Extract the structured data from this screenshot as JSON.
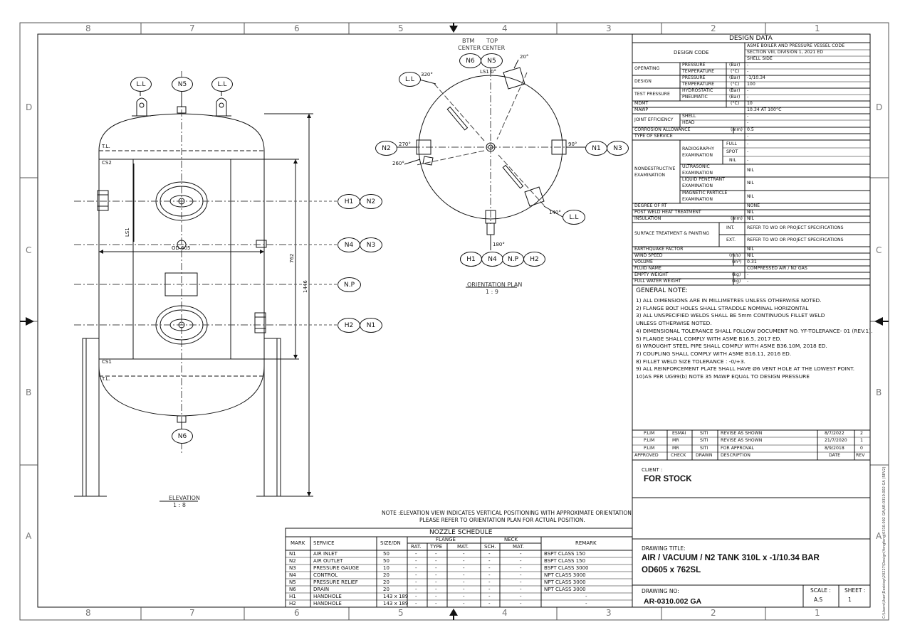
{
  "sheet": {
    "zones_top": [
      "8",
      "7",
      "6",
      "5",
      "4",
      "3",
      "2",
      "1"
    ],
    "zones_side": [
      "D",
      "C",
      "B",
      "A"
    ]
  },
  "elevation": {
    "title": "ELEVATION",
    "scale": "1 : 8",
    "tags": {
      "tl_top": "T.L.",
      "tl_bottom": "T.L.",
      "cs2": "CS2",
      "cs1": "CS1",
      "ls1": "LS1",
      "od": "OD 605",
      "dim_762": "762",
      "dim_1446": "1446"
    },
    "top_bubbles": [
      "L.L",
      "N5",
      "L.L"
    ],
    "bottom_bubble": "N6",
    "side_bubbles": [
      [
        "H1",
        "N2"
      ],
      [
        "N4",
        "N3"
      ],
      [
        "N.P"
      ],
      [
        "H2",
        "N1"
      ]
    ]
  },
  "orientation": {
    "title": "ORIENTATION PLAN",
    "scale": "1 : 9",
    "top_labels": [
      "BTM",
      "CENTER",
      "TOP",
      "CENTER"
    ],
    "top_bubbles": [
      "N6",
      "N5"
    ],
    "angles": {
      "a0": "LS1 0°",
      "a20": "20°",
      "a90": "90°",
      "a140": "140°",
      "a180": "180°",
      "a260": "260°",
      "a270": "270°",
      "a320": "320°"
    },
    "bubbles": {
      "ll_left": "L.L",
      "n2": "N2",
      "n1": "N1",
      "n3": "N3",
      "ll_right": "L.L"
    },
    "bottom_bubbles": [
      "H1",
      "N4",
      "N.P",
      "H2"
    ]
  },
  "elevation_note": {
    "line1": "NOTE :ELEVATION VIEW INDICATES VERTICAL POSITIONING WITH APPROXIMATE ORIENTATION,",
    "line2": "PLEASE REFER TO ORIENTATION PLAN FOR ACTUAL POSITION."
  },
  "nozzle_schedule": {
    "title": "NOZZLE SCHEDULE",
    "headers": {
      "mark": "MARK",
      "service": "SERVICE",
      "size": "SIZE/DN",
      "flange": "FLANGE",
      "neck": "NECK",
      "remark": "REMARK",
      "rat": "RAT.",
      "type": "TYPE",
      "mat": "MAT.",
      "sch": "SCH.",
      "nmat": "MAT."
    },
    "rows": [
      [
        "N1",
        "AIR INLET",
        "50",
        "-",
        "-",
        "-",
        "-",
        "-",
        "BSPT CLASS 150"
      ],
      [
        "N2",
        "AIR OUTLET",
        "50",
        "-",
        "-",
        "-",
        "-",
        "-",
        "BSPT CLASS 150"
      ],
      [
        "N3",
        "PRESSURE GAUGE",
        "10",
        "-",
        "-",
        "-",
        "-",
        "-",
        "BSPT CLASS 3000"
      ],
      [
        "N4",
        "CONTROL",
        "20",
        "-",
        "-",
        "-",
        "-",
        "-",
        "NPT CLASS 3000"
      ],
      [
        "N5",
        "PRESSURE RELIEF",
        "20",
        "-",
        "-",
        "-",
        "-",
        "-",
        "NPT CLASS 3000"
      ],
      [
        "N6",
        "DRAIN",
        "20",
        "-",
        "-",
        "-",
        "-",
        "-",
        "NPT CLASS 3000"
      ],
      [
        "H1",
        "HANDHOLE",
        "143 x 189",
        "-",
        "-",
        "-",
        "-",
        "-",
        "-"
      ],
      [
        "H2",
        "HANDHOLE",
        "143 x 189",
        "-",
        "-",
        "-",
        "-",
        "-",
        "-"
      ]
    ]
  },
  "design_data": {
    "title": "DESIGN DATA",
    "design_code": {
      "label": "DESIGN CODE",
      "v1": "ASME BOILER AND PRESSURE VESSEL CODE",
      "v2": "SECTION VIII, DIVISION 1, 2021 ED",
      "v3": "SHELL SIDE"
    },
    "operating": {
      "label": "OPERATING",
      "p": "PRESSURE",
      "pu": "(Bar)",
      "pv": "-",
      "t": "TEMPERATURE",
      "tu": "(°C)",
      "tv": "-"
    },
    "design": {
      "label": "DESIGN",
      "p": "PRESSURE",
      "pu": "(Bar)",
      "pv": "-1/10.34",
      "t": "TEMPERATURE",
      "tu": "(°C)",
      "tv": "100"
    },
    "test": {
      "label": "TEST PRESSURE",
      "h": "HYDROSTATIC",
      "hu": "(Bar)",
      "hv": "-",
      "p": "PNEUMATIC",
      "pu": "(Bar)",
      "pv": "-"
    },
    "mdmt": {
      "label": "MDMT",
      "u": "(°C)",
      "v": "10"
    },
    "mawp": {
      "label": "MAWP",
      "v": "10.34 AT 100°C"
    },
    "joint": {
      "label": "JOINT EFFICIENCY",
      "s": "SHELL",
      "sv": "-",
      "h": "HEAD",
      "hv": "-"
    },
    "corrosion": {
      "label": "CORROSION ALLOWANCE",
      "u": "(mm)",
      "v": "0.5"
    },
    "service": {
      "label": "TYPE OF SERVICE",
      "v": "-"
    },
    "nde": {
      "label": "NONDESTRUCTIVE",
      "label2": "EXAMINATION",
      "rg": "RADIOGRAPHY",
      "rg2": "EXAMINATION",
      "full": "FULL",
      "fullv": "-",
      "spot": "SPOT",
      "spotv": "-",
      "nil": "NIL",
      "nilv": "-",
      "ut": "ULTRASONIC",
      "ut2": "EXAMINATION",
      "utv": "NIL",
      "lp": "LIQUID PENETRANT",
      "lp2": "EXAMINATION",
      "lpv": "NIL",
      "mp": "MAGNETIC PARTICLE",
      "mp2": "EXAMINATION",
      "mpv": "NIL"
    },
    "rt": {
      "label": "DEGREE OF RT",
      "v": "NONE"
    },
    "pwht": {
      "label": "POST WELD HEAT TREATMENT",
      "v": "NIL"
    },
    "insulation": {
      "label": "INSULATION",
      "u": "(mm)",
      "v": "NIL"
    },
    "surface": {
      "label": "SURFACE TREATMENT & PAINTING",
      "int": "INT.",
      "intv": "REFER TO WO OR PROJECT SPECIFICATIONS",
      "ext": "EXT.",
      "extv": "REFER TO WO OR PROJECT SPECIFICATIONS"
    },
    "earthquake": {
      "label": "EARTHQUAKE FACTOR",
      "v": "NIL"
    },
    "wind": {
      "label": "WIND SPEED",
      "u": "(m/s)",
      "v": "NIL"
    },
    "volume": {
      "label": "VOLUME",
      "u": "(m³)",
      "v": "0.31"
    },
    "fluid": {
      "label": "FLUID NAME",
      "v": "COMPRESSED AIR / N2 GAS"
    },
    "empty": {
      "label": "EMPTY WEIGHT",
      "u": "(kg)",
      "v": "-"
    },
    "full": {
      "label": "FULL WATER WEIGHT",
      "u": "(kg)",
      "v": "-"
    }
  },
  "general_note": {
    "title": "GENERAL NOTE:",
    "lines": [
      "1) ALL DIMENSIONS ARE IN MILLIMETRES UNLESS OTHERWISE NOTED.",
      "2) FLANGE BOLT HOLES SHALL STRADDLE NOMINAL HORIZONTAL",
      "3) ALL UNSPECIFIED WELDS SHALL BE 5mm CONTINUOUS FILLET WELD",
      "    UNLESS OTHERWISE NOTED.",
      "4) DIMENSIONAL TOLERANCE SHALL FOLLOW DOCUMENT NO. YF-TOLERANCE- 01 (REV.1).",
      "5) FLANGE SHALL COMPLY WITH ASME B16.5, 2017 ED.",
      "6) WROUGHT STEEL PIPE SHALL COMPLY WITH ASME B36.10M, 2018 ED.",
      "7) COUPLING SHALL COMPLY WITH ASME B16.11, 2016 ED.",
      "8) FILLET WELD SIZE TOLERANCE : -0/+3.",
      "9) ALL REINFORCEMENT PLATE SHALL HAVE Ø6 VENT HOLE AT THE LOWEST POINT.",
      "10)AS PER UG99(b) NOTE 35 MAWP EQUAL TO  DESIGN PRESSURE"
    ]
  },
  "revisions": {
    "rows": [
      [
        "P.LIM",
        "ESMAI",
        "SITI",
        "REVISE AS SHOWN",
        "8/7/2022",
        "2"
      ],
      [
        "P.LIM",
        "MR",
        "SITI",
        "REVISE AS SHOWN",
        "21/7/2020",
        "1"
      ],
      [
        "P.LIM",
        "MR",
        "SITI",
        "FOR APPROVAL",
        "8/9/2018",
        "0"
      ]
    ],
    "headers": [
      "APPROVED",
      "CHECK",
      "DRAWN",
      "DESCRIPTION",
      "DATE",
      "REV"
    ]
  },
  "title_block": {
    "client_label": "CLIENT :",
    "client": "FOR STOCK",
    "drawing_title_label": "DRAWING  TITLE:",
    "title_line1": "AIR / VACUUM / N2 TANK 310L x -1/10.34 BAR",
    "title_line2": "OD605 x 762SL",
    "drawing_no_label": "DRAWING  NO:",
    "drawing_no": "AR-0310.002 GA",
    "scale_label": "SCALE :",
    "scale": "A.S",
    "sheet_label": "SHEET :",
    "sheet": "1"
  },
  "file_path": "C:\\Users\\User\\Desktop\\20227\\Design\\Yongfeng\\0310.002 GA\\AR-0310.002 GA (REV2)"
}
